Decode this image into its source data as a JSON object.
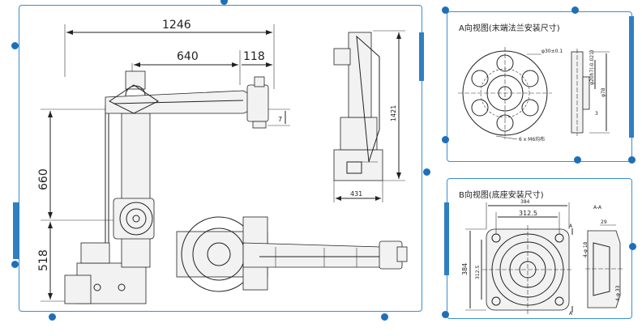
{
  "colors": {
    "accent": "#3a8fd0",
    "dot": "#1e6fb8",
    "line": "#222222"
  },
  "main": {
    "dims": {
      "overall_reach": "1246",
      "arm_length": "640",
      "end_offset": "118",
      "angle_small": "7",
      "upper_height": "660",
      "base_height": "518",
      "total_height": "1421",
      "side_width": "431"
    }
  },
  "panel_a": {
    "title": "A向视图(末端法兰安装尺寸)",
    "dims": {
      "bolt_circle": "φ30±0.1",
      "pilot": "φ20h7(-0.021)",
      "outer_dia": "φ78",
      "depth": "3",
      "holes": "6 x M6均布"
    }
  },
  "panel_b": {
    "title": "B向视图(底座安装尺寸)",
    "section_label": "A-A",
    "dims": {
      "width": "384",
      "inner_width": "312.5",
      "height": "384",
      "inner_height": "312.5",
      "top_dim": "29",
      "hole_top": "4-φ 18",
      "hole_bottom": "4-φ 33",
      "mark_a_top": "A",
      "mark_a_bottom": "A"
    }
  }
}
